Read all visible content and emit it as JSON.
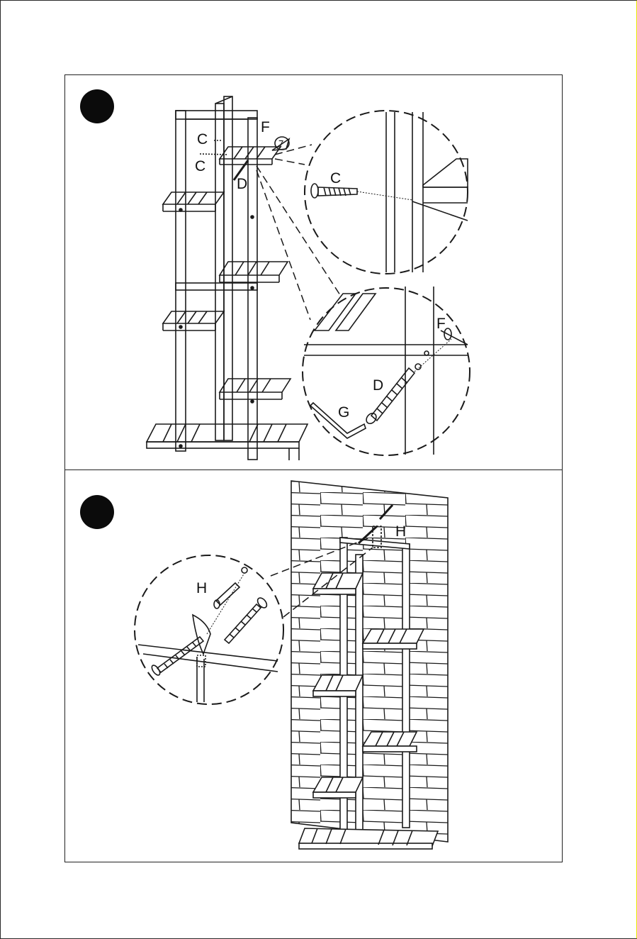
{
  "document": {
    "steps": [
      {
        "number": "",
        "description": ""
      },
      {
        "number": "",
        "description": ""
      }
    ]
  },
  "parts": {
    "C": "C",
    "D": "D",
    "F": "F",
    "G": "G",
    "H": "H",
    "callout_number": "7"
  },
  "colors": {
    "line": "#1a1a1a",
    "page": "#ffffff",
    "badge": "#0b0b0b"
  },
  "icons": {
    "step_badge": "filled-black-circle",
    "screw": "wood-screw-icon",
    "bolt": "threaded-bolt-icon",
    "allen_key": "hex-key-icon",
    "wall_anchor": "wall-plug-icon"
  }
}
